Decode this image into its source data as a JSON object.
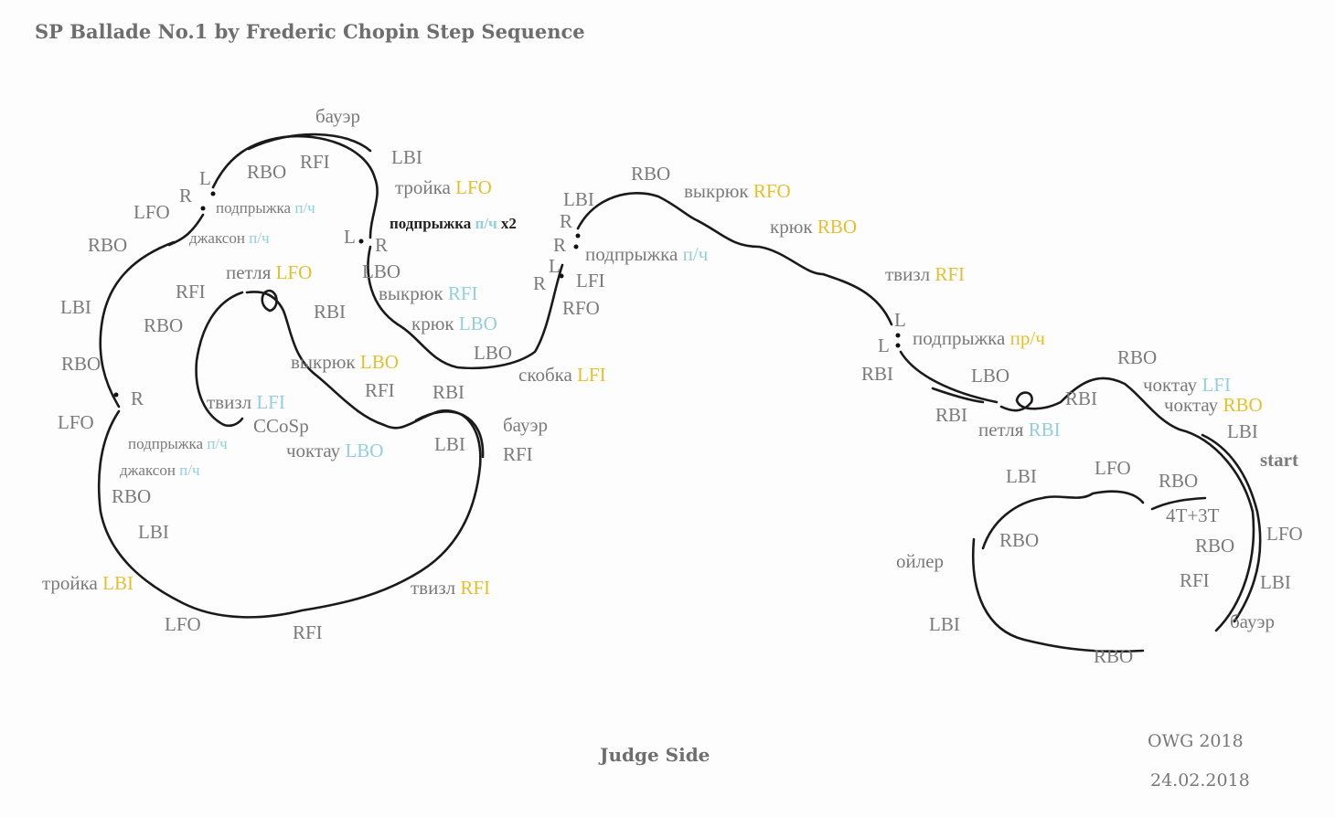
{
  "title": "SP Ballade No.1 by Frederic Chopin Step Sequence",
  "footer": {
    "judge_side": "Judge Side",
    "credit": "OWG 2018",
    "date": "24.02.2018"
  },
  "colors": {
    "gray": "#7a7a7a",
    "yellow": "#e6c02c",
    "blue": "#93cfdc",
    "black": "#222222"
  },
  "labels": [
    {
      "parts": [
        {
          "t": "бауэр",
          "c": "g"
        }
      ]
    },
    {
      "parts": [
        {
          "t": "RBO",
          "c": "g"
        }
      ]
    },
    {
      "parts": [
        {
          "t": "RFI",
          "c": "g"
        }
      ]
    },
    {
      "parts": [
        {
          "t": "LBI",
          "c": "g"
        }
      ]
    },
    {
      "parts": [
        {
          "t": "тройка ",
          "c": "g"
        },
        {
          "t": "LFO",
          "c": "y"
        }
      ]
    },
    {
      "parts": [
        {
          "t": "L",
          "c": "g"
        }
      ]
    },
    {
      "parts": [
        {
          "t": "R",
          "c": "g"
        }
      ]
    },
    {
      "parts": [
        {
          "t": "LFO",
          "c": "g"
        }
      ]
    },
    {
      "parts": [
        {
          "t": "подпрыжка ",
          "c": "g"
        },
        {
          "t": "п/ч",
          "c": "b"
        }
      ]
    },
    {
      "parts": [
        {
          "t": "подпрыжка ",
          "c": "k"
        },
        {
          "t": "п/ч",
          "c": "b"
        },
        {
          "t": " x2",
          "c": "k"
        }
      ]
    },
    {
      "parts": [
        {
          "t": "джаксон ",
          "c": "g"
        },
        {
          "t": "п/ч",
          "c": "b"
        }
      ]
    },
    {
      "parts": [
        {
          "t": "RBO",
          "c": "g"
        }
      ]
    },
    {
      "parts": [
        {
          "t": "L",
          "c": "g"
        }
      ]
    },
    {
      "parts": [
        {
          "t": "R",
          "c": "g"
        }
      ]
    },
    {
      "parts": [
        {
          "t": "петля ",
          "c": "g"
        },
        {
          "t": "LFO",
          "c": "y"
        }
      ]
    },
    {
      "parts": [
        {
          "t": "LBO",
          "c": "g"
        }
      ]
    },
    {
      "parts": [
        {
          "t": "RFI",
          "c": "g"
        }
      ]
    },
    {
      "parts": [
        {
          "t": "выкрюк ",
          "c": "g"
        },
        {
          "t": "RFI",
          "c": "b"
        }
      ]
    },
    {
      "parts": [
        {
          "t": "LBI",
          "c": "g"
        }
      ]
    },
    {
      "parts": [
        {
          "t": "RBI",
          "c": "g"
        }
      ]
    },
    {
      "parts": [
        {
          "t": "RBO",
          "c": "g"
        }
      ]
    },
    {
      "parts": [
        {
          "t": "крюк ",
          "c": "g"
        },
        {
          "t": "LBO",
          "c": "b"
        }
      ]
    },
    {
      "parts": [
        {
          "t": "RBO",
          "c": "g"
        }
      ]
    },
    {
      "parts": [
        {
          "t": "выкрюк ",
          "c": "g"
        },
        {
          "t": "LBO",
          "c": "y"
        }
      ]
    },
    {
      "parts": [
        {
          "t": "LBO",
          "c": "g"
        }
      ]
    },
    {
      "parts": [
        {
          "t": "скобка ",
          "c": "g"
        },
        {
          "t": "LFI",
          "c": "y"
        }
      ]
    },
    {
      "parts": [
        {
          "t": "R",
          "c": "g"
        }
      ]
    },
    {
      "parts": [
        {
          "t": "RFI",
          "c": "g"
        }
      ]
    },
    {
      "parts": [
        {
          "t": "RBI",
          "c": "g"
        }
      ]
    },
    {
      "parts": [
        {
          "t": "твизл ",
          "c": "g"
        },
        {
          "t": "LFI",
          "c": "b"
        }
      ]
    },
    {
      "parts": [
        {
          "t": "LFO",
          "c": "g"
        }
      ]
    },
    {
      "parts": [
        {
          "t": "CCoSp",
          "c": "g"
        }
      ]
    },
    {
      "parts": [
        {
          "t": "бауэр",
          "c": "g"
        }
      ]
    },
    {
      "parts": [
        {
          "t": "подпрыжка ",
          "c": "g"
        },
        {
          "t": "п/ч",
          "c": "b"
        }
      ]
    },
    {
      "parts": [
        {
          "t": "чоктау ",
          "c": "g"
        },
        {
          "t": "LBO",
          "c": "b"
        }
      ]
    },
    {
      "parts": [
        {
          "t": "LBI",
          "c": "g"
        }
      ]
    },
    {
      "parts": [
        {
          "t": "RFI",
          "c": "g"
        }
      ]
    },
    {
      "parts": [
        {
          "t": "джаксон ",
          "c": "g"
        },
        {
          "t": "п/ч",
          "c": "b"
        }
      ]
    },
    {
      "parts": [
        {
          "t": "RBO",
          "c": "g"
        }
      ]
    },
    {
      "parts": [
        {
          "t": "LBI",
          "c": "g"
        }
      ]
    },
    {
      "parts": [
        {
          "t": "тройка ",
          "c": "g"
        },
        {
          "t": "LBI",
          "c": "y"
        }
      ]
    },
    {
      "parts": [
        {
          "t": "твизл ",
          "c": "g"
        },
        {
          "t": "RFI",
          "c": "y"
        }
      ]
    },
    {
      "parts": [
        {
          "t": "LFO",
          "c": "g"
        }
      ]
    },
    {
      "parts": [
        {
          "t": "RFI",
          "c": "g"
        }
      ]
    },
    {
      "parts": [
        {
          "t": "LBI",
          "c": "g"
        }
      ]
    },
    {
      "parts": [
        {
          "t": "R",
          "c": "g"
        }
      ]
    },
    {
      "parts": [
        {
          "t": "R",
          "c": "g"
        }
      ]
    },
    {
      "parts": [
        {
          "t": "подпрыжка ",
          "c": "g"
        },
        {
          "t": "п/ч",
          "c": "b"
        }
      ]
    },
    {
      "parts": [
        {
          "t": "L",
          "c": "g"
        }
      ]
    },
    {
      "parts": [
        {
          "t": "R",
          "c": "g"
        }
      ]
    },
    {
      "parts": [
        {
          "t": "LFI",
          "c": "g"
        }
      ]
    },
    {
      "parts": [
        {
          "t": "RFO",
          "c": "g"
        }
      ]
    },
    {
      "parts": [
        {
          "t": "RBO",
          "c": "g"
        }
      ]
    },
    {
      "parts": [
        {
          "t": "выкрюк ",
          "c": "g"
        },
        {
          "t": "RFO",
          "c": "y"
        }
      ]
    },
    {
      "parts": [
        {
          "t": "крюк ",
          "c": "g"
        },
        {
          "t": "RBO",
          "c": "y"
        }
      ]
    },
    {
      "parts": [
        {
          "t": "твизл ",
          "c": "g"
        },
        {
          "t": "RFI",
          "c": "y"
        }
      ]
    },
    {
      "parts": [
        {
          "t": "L",
          "c": "g"
        }
      ]
    },
    {
      "parts": [
        {
          "t": "L",
          "c": "g"
        }
      ]
    },
    {
      "parts": [
        {
          "t": "подпрыжка ",
          "c": "g"
        },
        {
          "t": "пр/ч",
          "c": "y"
        }
      ]
    },
    {
      "parts": [
        {
          "t": "RBI",
          "c": "g"
        }
      ]
    },
    {
      "parts": [
        {
          "t": "LBO",
          "c": "g"
        }
      ]
    },
    {
      "parts": [
        {
          "t": "RBI",
          "c": "g"
        }
      ]
    },
    {
      "parts": [
        {
          "t": "петля ",
          "c": "g"
        },
        {
          "t": "RBI",
          "c": "b"
        }
      ]
    },
    {
      "parts": [
        {
          "t": "RBI",
          "c": "g"
        }
      ]
    },
    {
      "parts": [
        {
          "t": "RBO",
          "c": "g"
        }
      ]
    },
    {
      "parts": [
        {
          "t": "чоктау ",
          "c": "g"
        },
        {
          "t": "LFI",
          "c": "b"
        }
      ]
    },
    {
      "parts": [
        {
          "t": "чоктау ",
          "c": "g"
        },
        {
          "t": "RBO",
          "c": "y"
        }
      ]
    },
    {
      "parts": [
        {
          "t": "LBI",
          "c": "g"
        }
      ]
    },
    {
      "parts": [
        {
          "t": "start",
          "c": "g"
        }
      ]
    },
    {
      "parts": [
        {
          "t": "LBI",
          "c": "g"
        }
      ]
    },
    {
      "parts": [
        {
          "t": "LFO",
          "c": "g"
        }
      ]
    },
    {
      "parts": [
        {
          "t": "RBO",
          "c": "g"
        }
      ]
    },
    {
      "parts": [
        {
          "t": "4T+3T",
          "c": "g"
        }
      ]
    },
    {
      "parts": [
        {
          "t": "RBO",
          "c": "g"
        }
      ]
    },
    {
      "parts": [
        {
          "t": "RBO",
          "c": "g"
        }
      ]
    },
    {
      "parts": [
        {
          "t": "LFO",
          "c": "g"
        }
      ]
    },
    {
      "parts": [
        {
          "t": "ойлер",
          "c": "g"
        }
      ]
    },
    {
      "parts": [
        {
          "t": "RFI",
          "c": "g"
        }
      ]
    },
    {
      "parts": [
        {
          "t": "LBI",
          "c": "g"
        }
      ]
    },
    {
      "parts": [
        {
          "t": "бауэр",
          "c": "g"
        }
      ]
    },
    {
      "parts": [
        {
          "t": "LBI",
          "c": "g"
        }
      ]
    },
    {
      "parts": [
        {
          "t": "RBO",
          "c": "g"
        }
      ]
    }
  ]
}
